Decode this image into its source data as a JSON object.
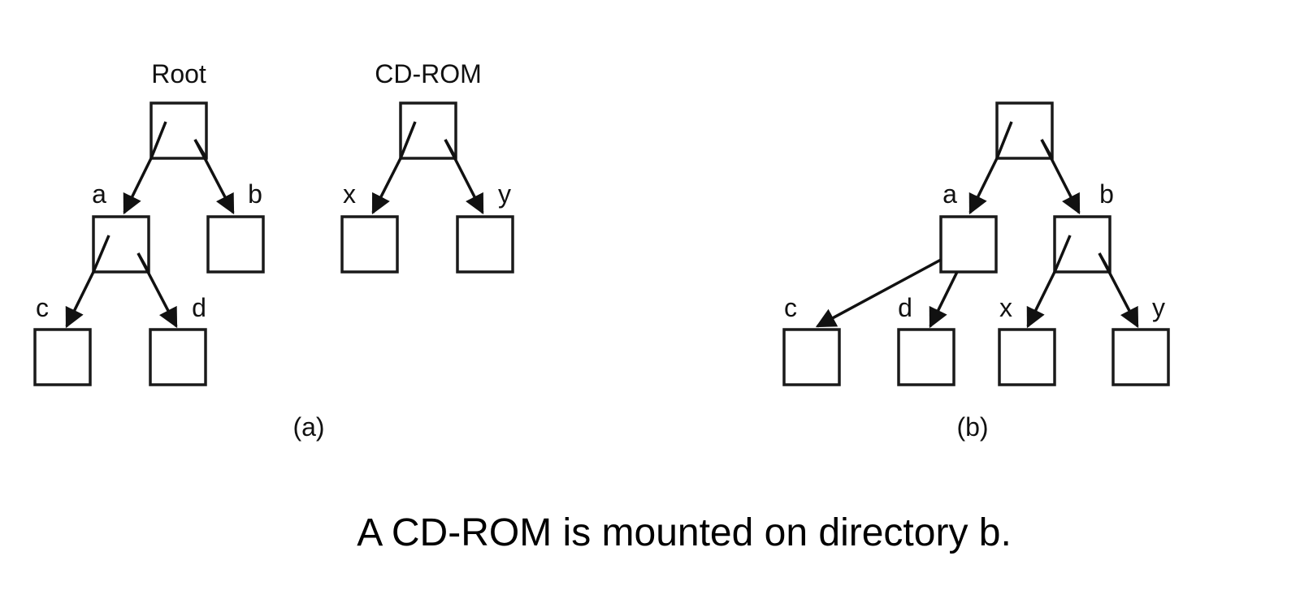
{
  "diagram_a": {
    "root_label": "Root",
    "cdrom_label": "CD-ROM",
    "labels": {
      "a": "a",
      "b": "b",
      "c": "c",
      "d": "d",
      "x": "x",
      "y": "y"
    },
    "sublabel": "(a)"
  },
  "diagram_b": {
    "labels": {
      "a": "a",
      "b": "b",
      "c": "c",
      "d": "d",
      "x": "x",
      "y": "y"
    },
    "sublabel": "(b)"
  },
  "caption": "A CD-ROM is mounted on directory b.",
  "colors": {
    "stroke": "#111111",
    "background": "#ffffff"
  }
}
